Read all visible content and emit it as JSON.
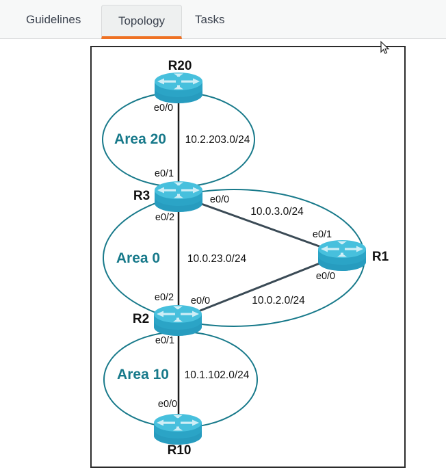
{
  "tab_bar": {
    "guidelines_label": "Guidelines",
    "topology_label": "Topology",
    "tasks_label": "Tasks",
    "active_tab": "Topology"
  },
  "colors": {
    "accent_orange": "#ee7123",
    "area_teal": "#17798a",
    "router_cyan_top": "#47c0dd",
    "router_cyan_body": "#2ba4c6",
    "link_dark": "#1c1c1c",
    "link_slate": "#3a4a55"
  },
  "topology": {
    "routers": {
      "r20": {
        "label": "R20"
      },
      "r3": {
        "label": "R3"
      },
      "r1": {
        "label": "R1"
      },
      "r2": {
        "label": "R2"
      },
      "r10": {
        "label": "R10"
      }
    },
    "areas": {
      "area20": {
        "label": "Area 20"
      },
      "area0": {
        "label": "Area 0"
      },
      "area10": {
        "label": "Area 10"
      }
    },
    "networks": {
      "area20_link": {
        "label": "10.2.203.0/24"
      },
      "r3_r1_link": {
        "label": "10.0.3.0/24"
      },
      "r3_r2_link": {
        "label": "10.0.23.0/24"
      },
      "r2_r1_link": {
        "label": "10.0.2.0/24"
      },
      "area10_link": {
        "label": "10.1.102.0/24"
      }
    },
    "interfaces": {
      "r20_e0_0": "e0/0",
      "r3_e0_1": "e0/1",
      "r3_e0_0": "e0/0",
      "r3_e0_2": "e0/2",
      "r1_e0_1": "e0/1",
      "r1_e0_0": "e0/0",
      "r2_e0_2": "e0/2",
      "r2_e0_0": "e0/0",
      "r2_e0_1": "e0/1",
      "r10_e0_0": "e0/0"
    },
    "links": [
      {
        "from": "R20",
        "from_if": "e0/0",
        "to": "R3",
        "to_if": "e0/1",
        "network": "10.2.203.0/24",
        "area": "Area 20"
      },
      {
        "from": "R3",
        "from_if": "e0/0",
        "to": "R1",
        "to_if": "e0/1",
        "network": "10.0.3.0/24",
        "area": "Area 0"
      },
      {
        "from": "R3",
        "from_if": "e0/2",
        "to": "R2",
        "to_if": "e0/2",
        "network": "10.0.23.0/24",
        "area": "Area 0"
      },
      {
        "from": "R2",
        "from_if": "e0/0",
        "to": "R1",
        "to_if": "e0/0",
        "network": "10.0.2.0/24",
        "area": "Area 0"
      },
      {
        "from": "R2",
        "from_if": "e0/1",
        "to": "R10",
        "to_if": "e0/0",
        "network": "10.1.102.0/24",
        "area": "Area 10"
      }
    ]
  }
}
